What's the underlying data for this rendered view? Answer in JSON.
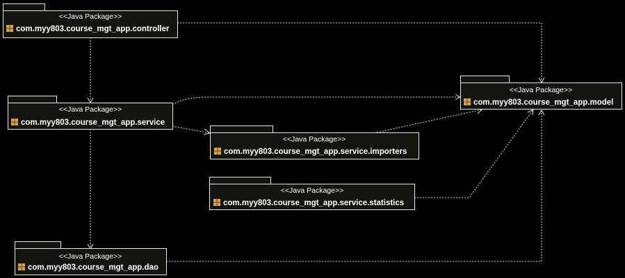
{
  "stereotype": "<<Java Package>>",
  "packages": {
    "controller": {
      "name": "com.myy803.course_mgt_app.controller"
    },
    "service": {
      "name": "com.myy803.course_mgt_app.service"
    },
    "dao": {
      "name": "com.myy803.course_mgt_app.dao"
    },
    "importers": {
      "name": "com.myy803.course_mgt_app.service.importers"
    },
    "statistics": {
      "name": "com.myy803.course_mgt_app.service.statistics"
    },
    "model": {
      "name": "com.myy803.course_mgt_app.model"
    }
  },
  "dependencies": [
    {
      "from": "controller",
      "to": "service"
    },
    {
      "from": "controller",
      "to": "model"
    },
    {
      "from": "service",
      "to": "model"
    },
    {
      "from": "service",
      "to": "importers"
    },
    {
      "from": "service",
      "to": "dao"
    },
    {
      "from": "importers",
      "to": "model"
    },
    {
      "from": "statistics",
      "to": "model"
    },
    {
      "from": "dao",
      "to": "model"
    }
  ],
  "colors": {
    "background": "#000000",
    "package_fill": "#14140f",
    "outline": "#e8e8e8",
    "text": "#ffffff",
    "package_icon": "#d9a441"
  },
  "icons": {
    "package": "package-icon"
  }
}
